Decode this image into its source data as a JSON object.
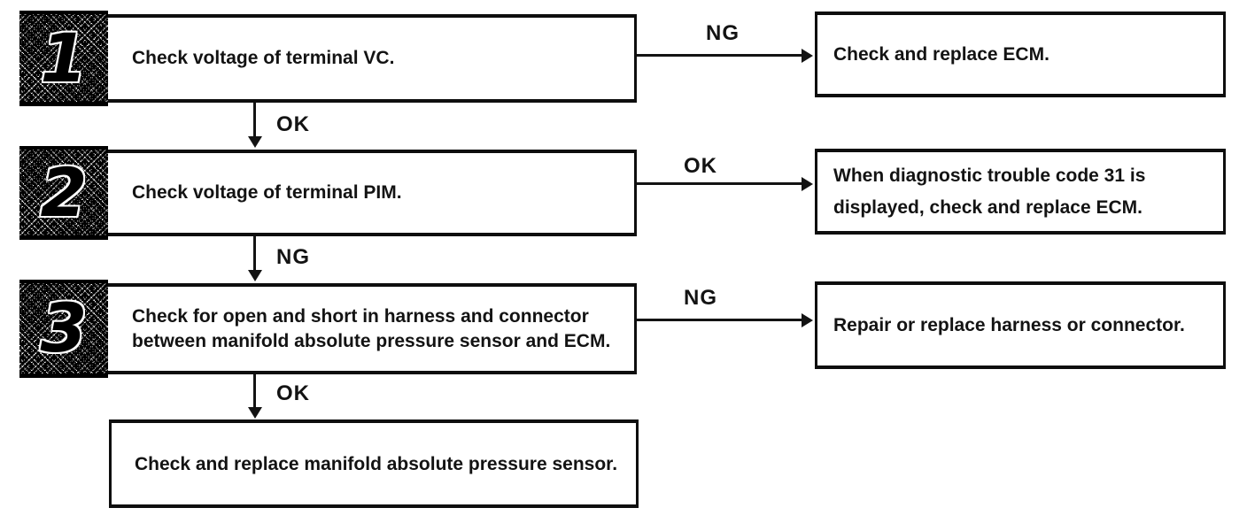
{
  "diagram": {
    "type": "troubleshooting-flowchart",
    "paper_color": "#ffffff",
    "ink_color": "#131313",
    "steps": [
      {
        "number": "1",
        "text": "Check voltage of terminal VC.",
        "branch_label": "NG",
        "branch_result": "Check and replace ECM.",
        "down_label": "OK"
      },
      {
        "number": "2",
        "text": "Check voltage of terminal PIM.",
        "branch_label": "OK",
        "branch_result": "When diagnostic trouble code 31 is displayed, check and replace ECM.",
        "down_label": "NG"
      },
      {
        "number": "3",
        "text": "Check for open and short in harness and connector between manifold absolute pressure sensor and ECM.",
        "branch_label": "NG",
        "branch_result": "Repair or replace harness or connector.",
        "down_label": "OK"
      }
    ],
    "final_step": {
      "text": "Check and replace manifold absolute pressure sensor."
    }
  }
}
